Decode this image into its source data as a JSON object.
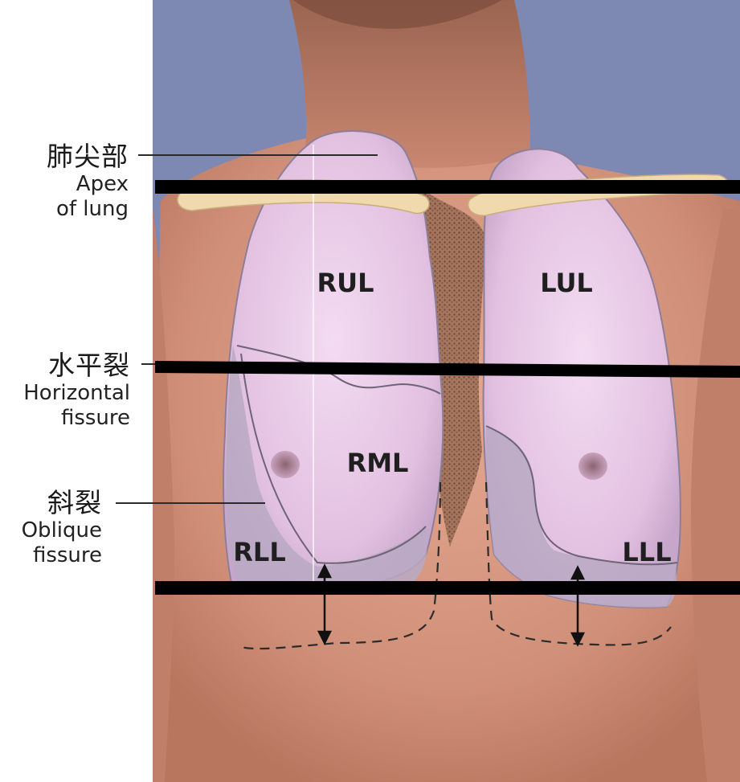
{
  "callouts": {
    "apex": {
      "zh": "肺尖部",
      "en_line1": "Apex",
      "en_line2": "of lung"
    },
    "horizontal": {
      "zh": "水平裂",
      "en_line1": "Horizontal",
      "en_line2": "fissure"
    },
    "oblique": {
      "zh": "斜裂",
      "en_line1": "Oblique",
      "en_line2": "fissure"
    }
  },
  "lobes": {
    "rul": "RUL",
    "lul": "LUL",
    "rml": "RML",
    "rll": "RLL",
    "lll": "LLL"
  },
  "colors": {
    "background": "#7d88b3",
    "skin": "#d89a85",
    "skin_shadow": "#b8765f",
    "lung_fill": "#e8c8e6",
    "lung_edge": "#8d7f9a",
    "lower_lobe_fill": "#b9a9c3",
    "clavicle": "#efd9ad",
    "band": "#000000"
  }
}
